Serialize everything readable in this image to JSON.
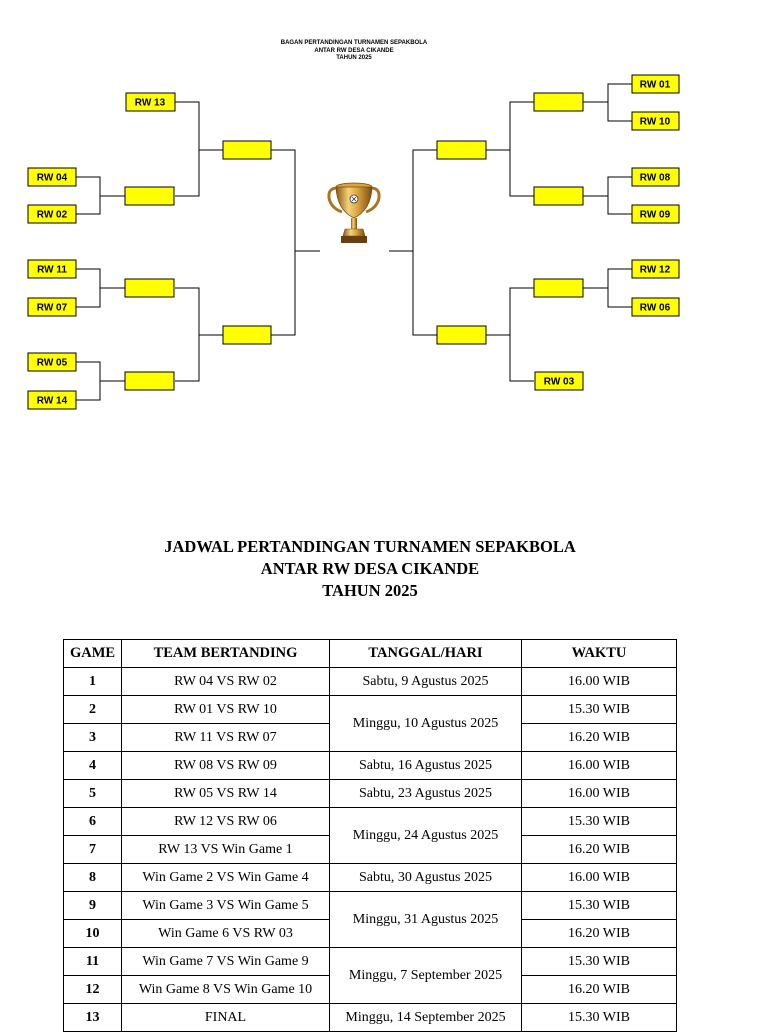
{
  "bracket": {
    "title_lines": [
      "BAGAN PERTANDINGAN TURNAMEN SEPAKBOLA",
      "ANTAR RW DESA CIKANDE",
      "TAHUN 2025"
    ],
    "left_teams": [
      "RW 13",
      "RW 04",
      "RW 02",
      "RW 11",
      "RW 07",
      "RW 05",
      "RW 14"
    ],
    "right_teams": [
      "RW 01",
      "RW 10",
      "RW 08",
      "RW 09",
      "RW 12",
      "RW 06",
      "RW 03"
    ],
    "trophy_icon": "trophy-icon",
    "box_color": "#ffff00"
  },
  "schedule": {
    "title_lines": [
      "JADWAL PERTANDINGAN TURNAMEN SEPAKBOLA",
      "ANTAR RW DESA CIKANDE",
      "TAHUN 2025"
    ],
    "headers": [
      "GAME",
      "TEAM BERTANDING",
      "TANGGAL/HARI",
      "WAKTU"
    ],
    "rows": [
      {
        "game": "1",
        "teams": "RW 04 VS RW 02",
        "date": "Sabtu, 9 Agustus 2025",
        "date_span": 1,
        "time": "16.00 WIB"
      },
      {
        "game": "2",
        "teams": "RW 01 VS RW 10",
        "date": "Minggu, 10 Agustus 2025",
        "date_span": 2,
        "time": "15.30 WIB"
      },
      {
        "game": "3",
        "teams": "RW 11 VS RW 07",
        "date": null,
        "date_span": 0,
        "time": "16.20 WIB"
      },
      {
        "game": "4",
        "teams": "RW 08 VS RW 09",
        "date": "Sabtu, 16 Agustus 2025",
        "date_span": 1,
        "time": "16.00 WIB"
      },
      {
        "game": "5",
        "teams": "RW 05 VS RW 14",
        "date": "Sabtu, 23 Agustus 2025",
        "date_span": 1,
        "time": "16.00 WIB"
      },
      {
        "game": "6",
        "teams": "RW 12 VS RW 06",
        "date": "Minggu, 24 Agustus 2025",
        "date_span": 2,
        "time": "15.30 WIB"
      },
      {
        "game": "7",
        "teams": "RW 13 VS Win Game 1",
        "date": null,
        "date_span": 0,
        "time": "16.20 WIB"
      },
      {
        "game": "8",
        "teams": "Win Game 2 VS Win Game 4",
        "date": "Sabtu, 30 Agustus 2025",
        "date_span": 1,
        "time": "16.00 WIB"
      },
      {
        "game": "9",
        "teams": "Win Game 3 VS Win Game 5",
        "date": "Minggu, 31 Agustus 2025",
        "date_span": 2,
        "time": "15.30 WIB"
      },
      {
        "game": "10",
        "teams": "Win Game 6 VS RW 03",
        "date": null,
        "date_span": 0,
        "time": "16.20 WIB"
      },
      {
        "game": "11",
        "teams": "Win Game 7 VS Win Game 9",
        "date": "Minggu, 7 September 2025",
        "date_span": 2,
        "time": "15.30 WIB"
      },
      {
        "game": "12",
        "teams": "Win Game 8 VS Win Game 10",
        "date": null,
        "date_span": 0,
        "time": "16.20 WIB"
      },
      {
        "game": "13",
        "teams": "FINAL",
        "date": "Minggu, 14 September 2025",
        "date_span": 1,
        "time": "15.30 WIB"
      }
    ]
  }
}
